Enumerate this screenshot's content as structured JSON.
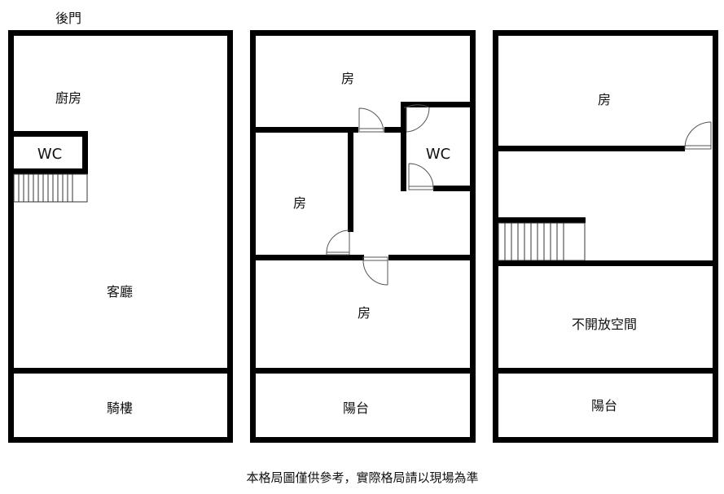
{
  "title": "後門",
  "floors": [
    {
      "rooms": {
        "kitchen": "廚房",
        "wc": "WC",
        "living": "客廳",
        "arcade": "騎樓"
      }
    },
    {
      "rooms": {
        "room_top": "房",
        "wc": "WC",
        "room_left": "房",
        "room_bottom": "房",
        "balcony": "陽台"
      }
    },
    {
      "rooms": {
        "room_top": "房",
        "closed": "不開放空間",
        "balcony": "陽台"
      }
    }
  ],
  "note": "本格局圖僅供參考，實際格局請以現場為準"
}
